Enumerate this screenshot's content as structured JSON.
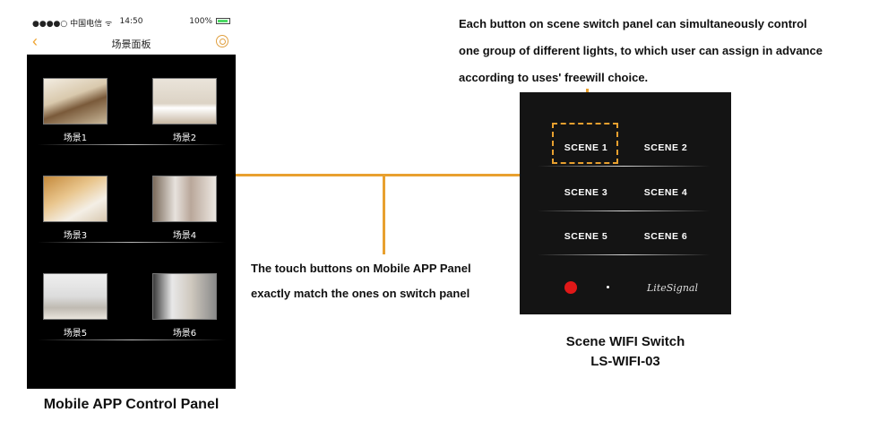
{
  "phone": {
    "status": {
      "carrier": "●●●●○ 中国电信 ᯤ",
      "time": "14:50",
      "battery": "100%"
    },
    "nav": {
      "back": "‹",
      "title": "场景面板"
    },
    "scenes": [
      {
        "label": "场景1"
      },
      {
        "label": "场景2"
      },
      {
        "label": "场景3"
      },
      {
        "label": "场景4"
      },
      {
        "label": "场景5"
      },
      {
        "label": "场景6"
      }
    ],
    "caption": "Mobile APP Control Panel"
  },
  "annotations": {
    "middle": [
      "The touch buttons on Mobile APP Panel",
      "exactly match the ones on switch panel"
    ],
    "top": [
      "Each button on scene switch panel can simultaneously control",
      "one group of different lights, to which user can assign in advance",
      "according to uses' freewill choice."
    ]
  },
  "switch": {
    "buttons": [
      "SCENE 1",
      "SCENE 2",
      "SCENE 3",
      "SCENE 4",
      "SCENE 5",
      "SCENE 6"
    ],
    "brand": "LiteSignal",
    "caption_line1": "Scene WIFI Switch",
    "caption_line2": "LS-WIFI-03"
  },
  "colors": {
    "accent": "#e8a02f",
    "indicator": "#e01818",
    "panel": "#141414"
  }
}
